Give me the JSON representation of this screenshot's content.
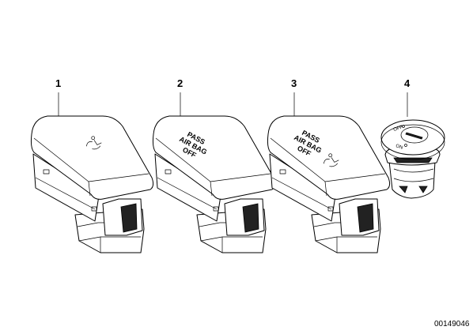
{
  "callouts": [
    "1",
    "2",
    "3",
    "4"
  ],
  "switch_labels": {
    "switch_2": [
      "PASS",
      "AIR BAG",
      "OFF"
    ],
    "switch_3": [
      "PASS",
      "AIR BAG",
      "OFF"
    ]
  },
  "lock_labels": {
    "off": "OFF",
    "on": "ON"
  },
  "part_number": "00149046",
  "icons": [
    "seat-occupant-icon",
    "seat-occupant-icon"
  ]
}
